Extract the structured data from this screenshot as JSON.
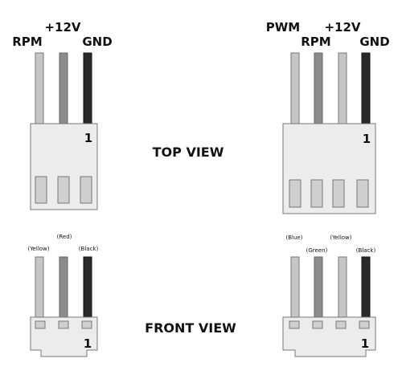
{
  "views": {
    "top": "TOP VIEW",
    "front": "FRONT VIEW"
  },
  "pin_one_mark": "1",
  "connector_3pin": {
    "top_labels": [
      "RPM",
      "+12V",
      "GND"
    ],
    "color_labels": [
      "(Yellow)",
      "(Red)",
      "(Black)"
    ]
  },
  "connector_4pin": {
    "top_labels": [
      "PWM",
      "RPM",
      "+12V",
      "GND"
    ],
    "color_labels": [
      "(Blue)",
      "(Green)",
      "(Yellow)",
      "(Black)"
    ]
  },
  "colors": {
    "wire_light": "#c6c6c6",
    "wire_mid": "#8c8c8c",
    "wire_dark": "#2a2a2a",
    "housing": "#ececec",
    "outline": "#777777"
  }
}
